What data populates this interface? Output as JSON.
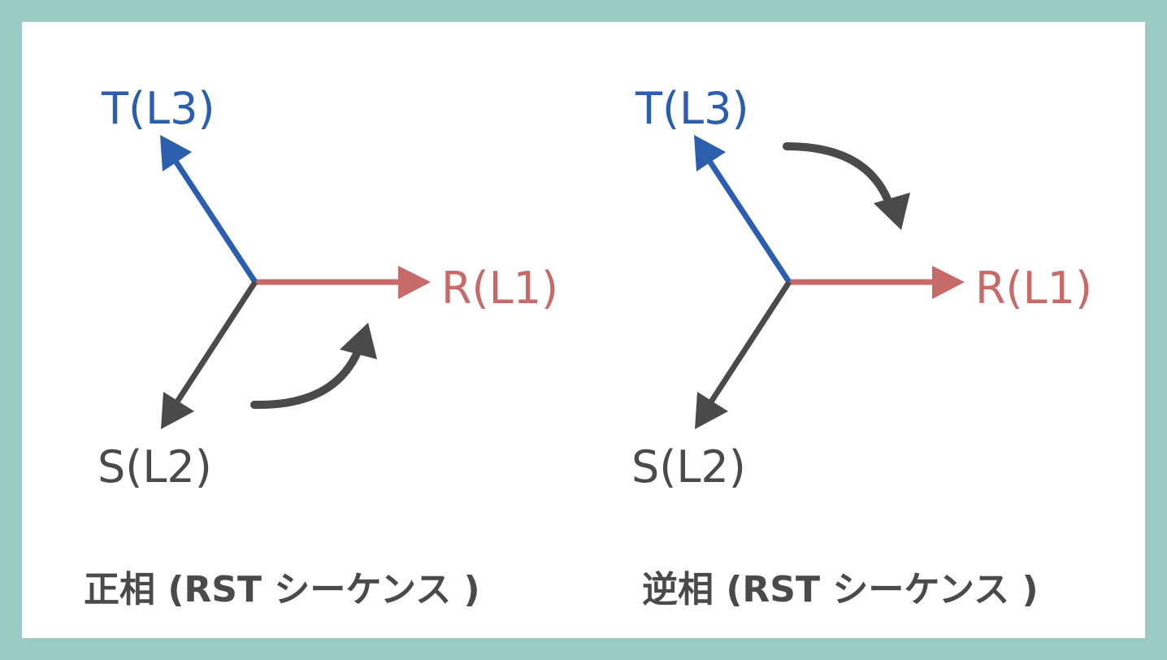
{
  "colors": {
    "border": "#9ccbc3",
    "r": "#c66b6a",
    "t": "#2b5fad",
    "s": "#4a4a4a"
  },
  "diagrams": [
    {
      "t_label": "T(L3)",
      "r_label": "R(L1)",
      "s_label": "S(L2)",
      "caption": "正相 (RST シーケンス )"
    },
    {
      "t_label": "T(L3)",
      "r_label": "R(L1)",
      "s_label": "S(L2)",
      "caption": "逆相 (RST シーケンス )"
    }
  ]
}
